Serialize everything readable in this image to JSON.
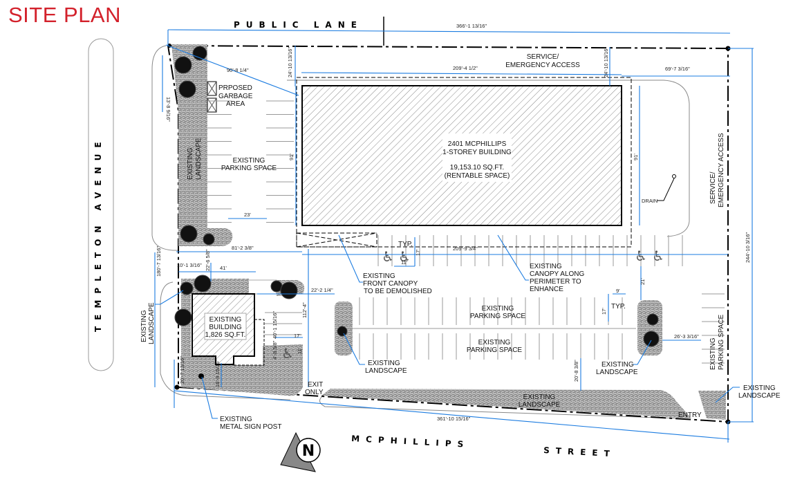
{
  "title": "SITE PLAN",
  "streets": {
    "north": "PUBLIC LANE",
    "west": "TEMPLETON AVENUE",
    "south_1": "MCPHILLIPS",
    "south_2": "STREET"
  },
  "main_building": {
    "line1": "2401 MCPHILLIPS",
    "line2": "1-STOREY BUILDING",
    "line3": "19,153.10 SQ.FT.",
    "line4": "(RENTABLE SPACE)"
  },
  "small_building": {
    "line1": "EXISTING",
    "line2": "BUILDING",
    "line3": "1,826 SQ.FT."
  },
  "labels": {
    "garbage": [
      "PRPOSED",
      "GARBAGE",
      "AREA"
    ],
    "service_top": [
      "SERVICE/",
      "EMERGENCY ACCESS"
    ],
    "service_right": [
      "SERVICE/",
      "EMERGENCY ACCESS"
    ],
    "parking_left": [
      "EXISTING",
      "PARKING SPACE"
    ],
    "landscape_left": [
      "EXISTING",
      "LANDSCAPE"
    ],
    "landscape_west": [
      "EXISTING",
      "LANDSCAPE"
    ],
    "front_canopy": [
      "EXISTING",
      "FRONT CANOPY",
      "TO BE DEMOLISHED"
    ],
    "canopy_perimeter": [
      "EXISTING",
      "CANOPY ALONG",
      "PERIMETER TO",
      "ENHANCE"
    ],
    "parking_mid1": [
      "EXISTING",
      "PARKING SPACE"
    ],
    "parking_mid2": [
      "EXISTING",
      "PARKING SPACE"
    ],
    "parking_right": [
      "EXISTING",
      "PARKING SPACE"
    ],
    "landscape_island1": [
      "EXISTING",
      "LANDSCAPE"
    ],
    "landscape_island2": [
      "EXISTING",
      "LANDSCAPE"
    ],
    "landscape_bottom": [
      "EXISTING",
      "LANDSCAPE"
    ],
    "landscape_corner": [
      "EXISTING",
      "LANDSCAPE"
    ],
    "sign_post": [
      "EXISTING",
      "METAL SIGN POST"
    ],
    "exit": [
      "EXIT",
      "ONLY"
    ],
    "entry": "ENTRY",
    "drain": "DRAIN",
    "typ1": "TYP.",
    "typ2": "TYP.",
    "north_arrow": "N"
  },
  "dimensions": {
    "top_overall": "366'-1 13/16\"",
    "building_width": "209'-4 1/2\"",
    "right_setback": "69'-7 3/16\"",
    "top_setback_left": "24'-10 13/16\"",
    "top_setback_right": "24'-10 13/16\"",
    "diagonal": "90'-8 1/4\"",
    "left_small": "13'-8 9/16\"",
    "building_depth_left": "91'",
    "building_depth_right": "91'",
    "aisle_left": "23'",
    "west_setback": "81'-2 3/8\"",
    "west_overall": "180'-7 13/16\"",
    "east_overall": "244'-10 3/16\"",
    "front_width": "209'-9 3/4\"",
    "stall_depth1": "17'",
    "stall_width1": "11'",
    "small_bldg_width": "41'",
    "small_offset": "10'-1 3/16\"",
    "small_north": "22'-6 5/8\"",
    "small_east": "22'-2 1/4\"",
    "front_depth": "112'-4\"",
    "small_side": "40'-1 15/16\"",
    "small_ramp": "4'-8 5/8\"",
    "stall_width2": "17'",
    "stall_depth2": "11'",
    "small_south": "16'-9 15/16\"",
    "small_sw": "20'-7 13/16\"",
    "bottom_overall": "361'-10 15/16\"",
    "stall_w_typ": "9'",
    "stall_d_typ": "17'",
    "canopy_gap": "21'",
    "island_to_east": "26'-3 3/16\"",
    "front_landscape_gap": "20'-8 3/8\""
  },
  "colors": {
    "title": "#d3212b",
    "dimension": "#1a7be0",
    "hatch": "#777777",
    "landscape": "#9a9a9a"
  }
}
